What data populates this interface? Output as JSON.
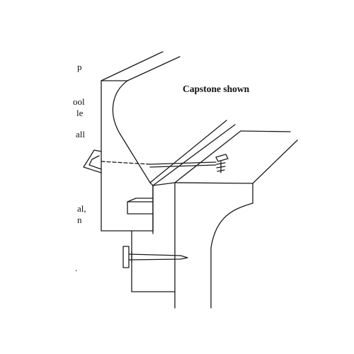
{
  "diagram": {
    "caption": "Capstone shown",
    "side_fragments": [
      "p",
      "ool",
      "le",
      "all",
      "al,",
      "n",
      "."
    ],
    "colors": {
      "stroke": "#1a1a1a",
      "background": "#ffffff"
    },
    "icons": [
      "nail-icon",
      "screw-icon",
      "clip-icon",
      "dowel-line-icon"
    ]
  }
}
